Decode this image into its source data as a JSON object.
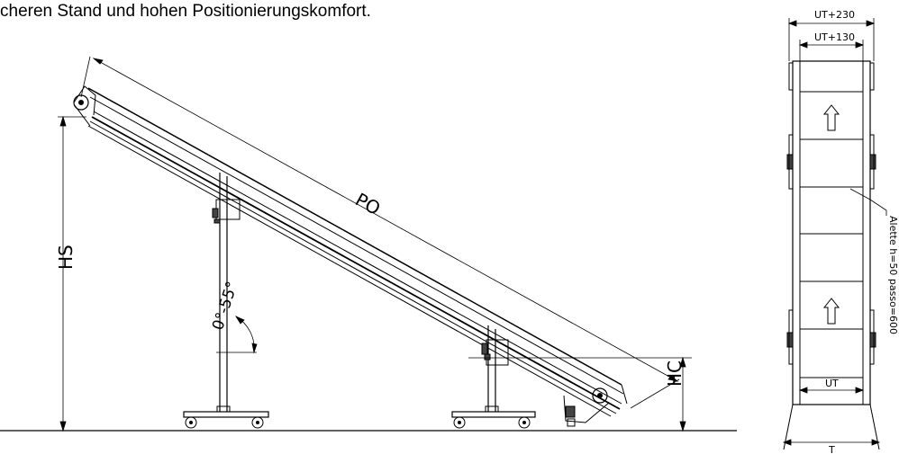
{
  "intro_text": "cheren Stand und hohen Positionierungskomfort.",
  "side_view": {
    "length_label": "PO",
    "height_start_label": "HS",
    "height_end_label": "HC",
    "angle_label": "0°-55°"
  },
  "top_view": {
    "outer_width_label": "UT+230",
    "inner_width_label": "UT+130",
    "belt_width_label": "UT",
    "base_width_label": "T",
    "cleat_note": "Alette h=50 passo=600"
  },
  "colors": {
    "line": "#000000",
    "frame": "#444444",
    "background": "#ffffff"
  }
}
